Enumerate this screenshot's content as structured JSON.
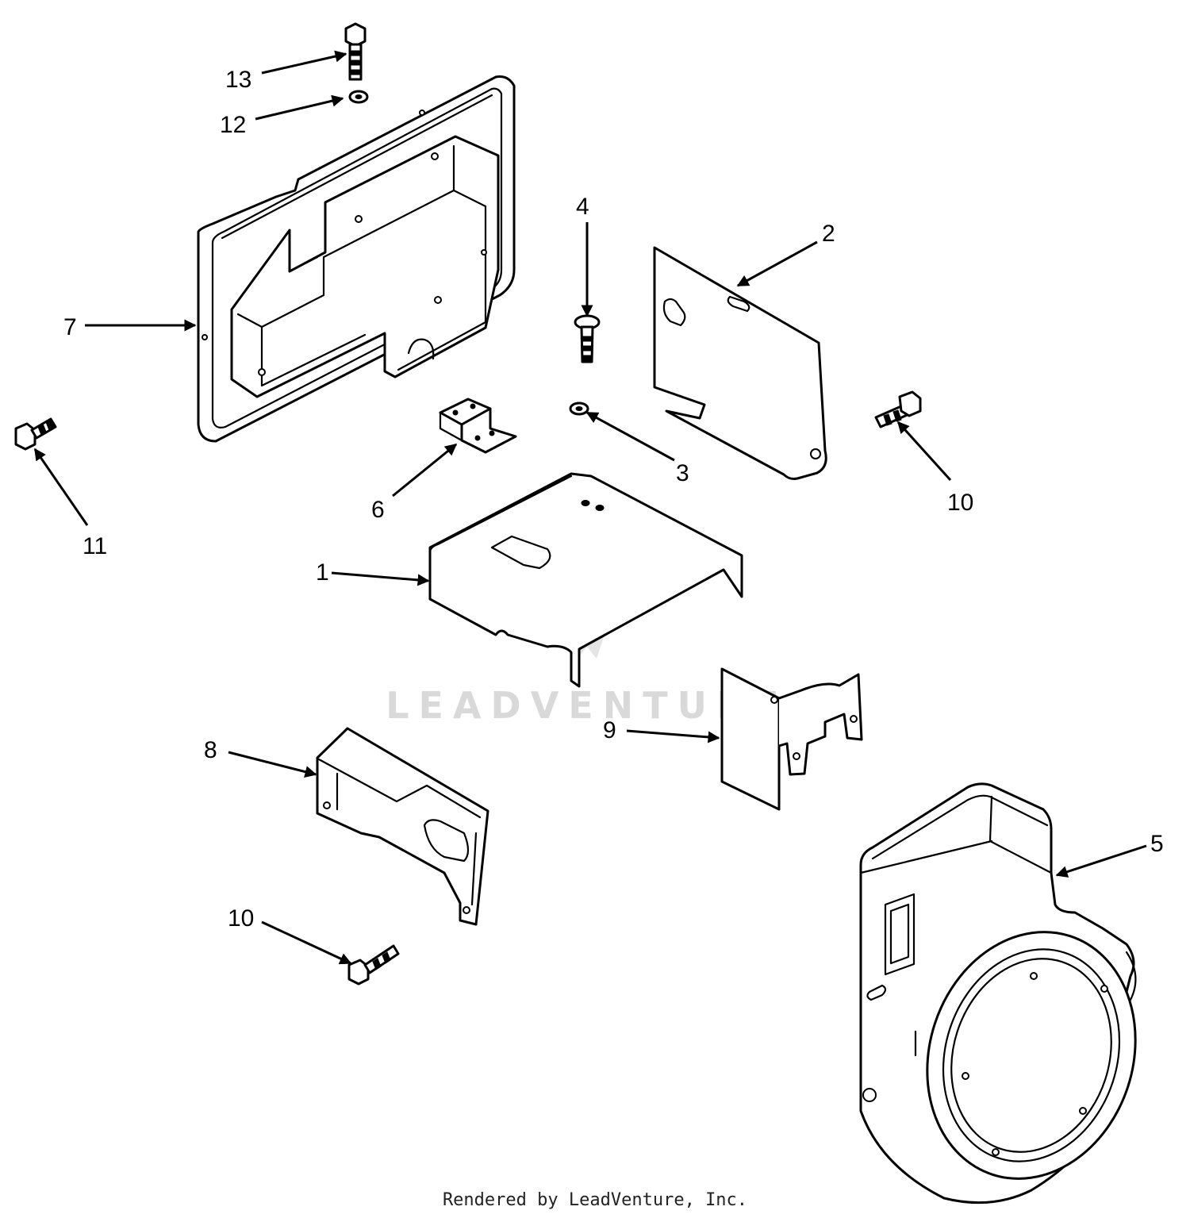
{
  "diagram": {
    "watermark": "LEADVENTURE",
    "callouts": [
      {
        "id": "c1",
        "label": "1"
      },
      {
        "id": "c2",
        "label": "2"
      },
      {
        "id": "c3",
        "label": "3"
      },
      {
        "id": "c4",
        "label": "4"
      },
      {
        "id": "c5",
        "label": "5"
      },
      {
        "id": "c6",
        "label": "6"
      },
      {
        "id": "c7",
        "label": "7"
      },
      {
        "id": "c8",
        "label": "8"
      },
      {
        "id": "c9",
        "label": "9"
      },
      {
        "id": "c10a",
        "label": "10"
      },
      {
        "id": "c10b",
        "label": "10"
      },
      {
        "id": "c11",
        "label": "11"
      },
      {
        "id": "c12",
        "label": "12"
      },
      {
        "id": "c13",
        "label": "13"
      }
    ]
  },
  "footer": {
    "text": "Rendered by LeadVenture, Inc."
  }
}
